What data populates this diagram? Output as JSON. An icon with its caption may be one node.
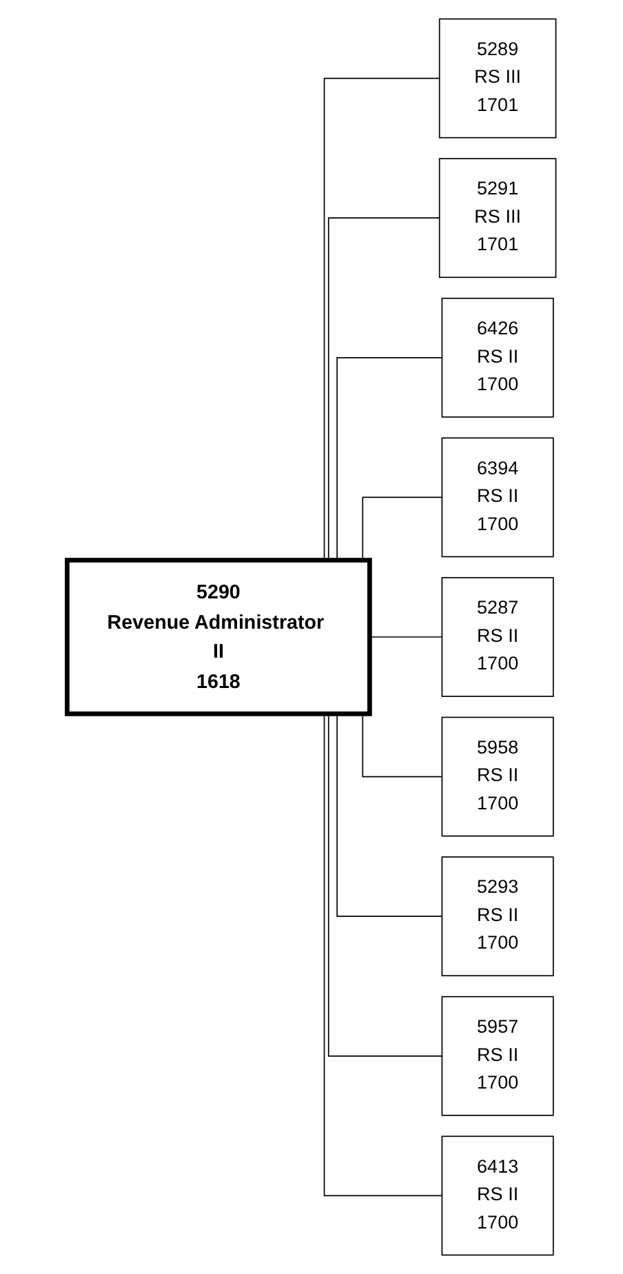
{
  "diagram": {
    "nodes": [
      {
        "text": [
          "5290",
          "Revenue Administrator II",
          "1618"
        ]
      },
      {
        "text": [
          "5289",
          "RS III",
          "1701"
        ]
      },
      {
        "text": [
          "5291",
          "RS III",
          "1701"
        ]
      },
      {
        "text": [
          "6426",
          "RS II",
          "1700"
        ]
      },
      {
        "text": [
          "6394",
          "RS II",
          "1700"
        ]
      },
      {
        "text": [
          "5287",
          "RS II",
          "1700"
        ]
      },
      {
        "text": [
          "5958",
          "RS II",
          "1700"
        ]
      },
      {
        "text": [
          "5293",
          "RS II",
          "1700"
        ]
      },
      {
        "text": [
          "5957",
          "RS II",
          "1700"
        ]
      },
      {
        "text": [
          "6413",
          "RS II",
          "1700"
        ]
      }
    ],
    "edges": [
      {
        "from": 0,
        "to": 1,
        "arrow": "none"
      },
      {
        "from": 0,
        "to": 2,
        "arrow": "none"
      },
      {
        "from": 0,
        "to": 3,
        "arrow": "none"
      },
      {
        "from": 0,
        "to": 4,
        "arrow": "none"
      },
      {
        "from": 0,
        "to": 5,
        "arrow": "none"
      },
      {
        "from": 0,
        "to": 6,
        "arrow": "none"
      },
      {
        "from": 0,
        "to": 7,
        "arrow": "none"
      },
      {
        "from": 0,
        "to": 8,
        "arrow": "none"
      },
      {
        "from": 0,
        "to": 9,
        "arrow": "none"
      }
    ]
  }
}
